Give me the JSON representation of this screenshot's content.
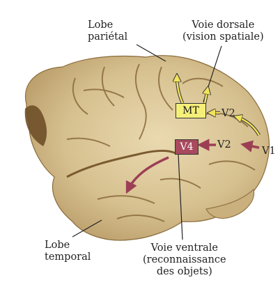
{
  "labels": {
    "lobe_parietal": [
      "Lobe",
      "pariétal"
    ],
    "voie_dorsale": [
      "Voie dorsale",
      "(vision spatiale)"
    ],
    "lobe_temporal": [
      "Lobe",
      "temporal"
    ],
    "voie_ventrale": [
      "Voie ventrale",
      "(reconnaissance",
      "des objets)"
    ]
  },
  "areas": {
    "mt": "MT",
    "v4": "V4",
    "v2_upper": "V2",
    "v2_lower": "V2",
    "v1": "V1"
  },
  "colors": {
    "brain_fill": "#d8c49a",
    "brain_shadow": "#7a5a2e",
    "mt_box": "#f5ef7a",
    "v4_box": "#a94a5e",
    "dorsal_arrow": "#f2e35c",
    "ventral_arrow": "#9c3f55"
  }
}
